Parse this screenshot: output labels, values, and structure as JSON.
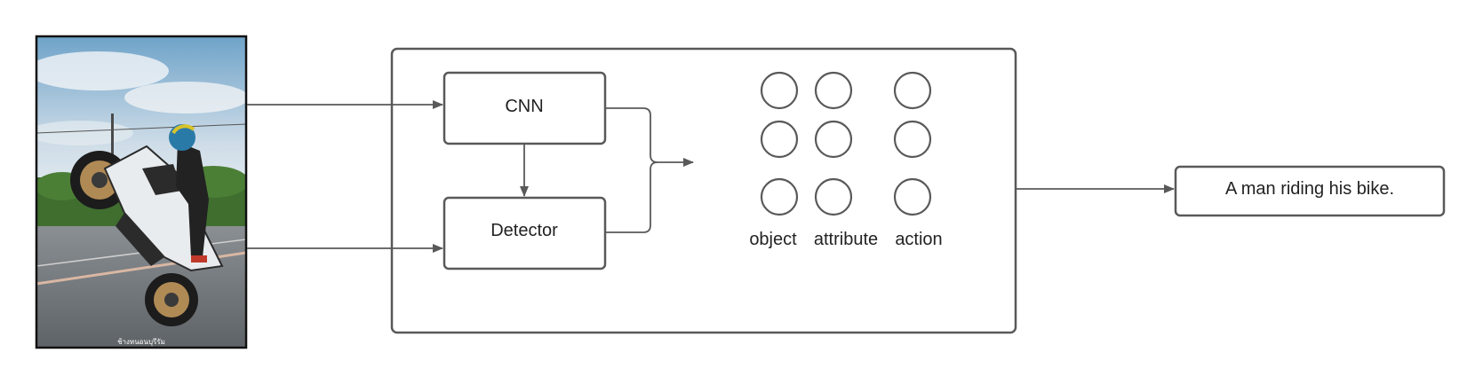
{
  "photo": {
    "description_icon": "motorcycle-wheelie-photo",
    "watermark": "ช้างหนอนบุรีรัม"
  },
  "modules": {
    "cnn_label": "CNN",
    "detector_label": "Detector"
  },
  "attribute_grid": {
    "columns": [
      "object",
      "attribute",
      "action"
    ]
  },
  "output": {
    "caption": "A man riding his bike."
  },
  "colors": {
    "stroke": "#595959",
    "text": "#222222"
  }
}
